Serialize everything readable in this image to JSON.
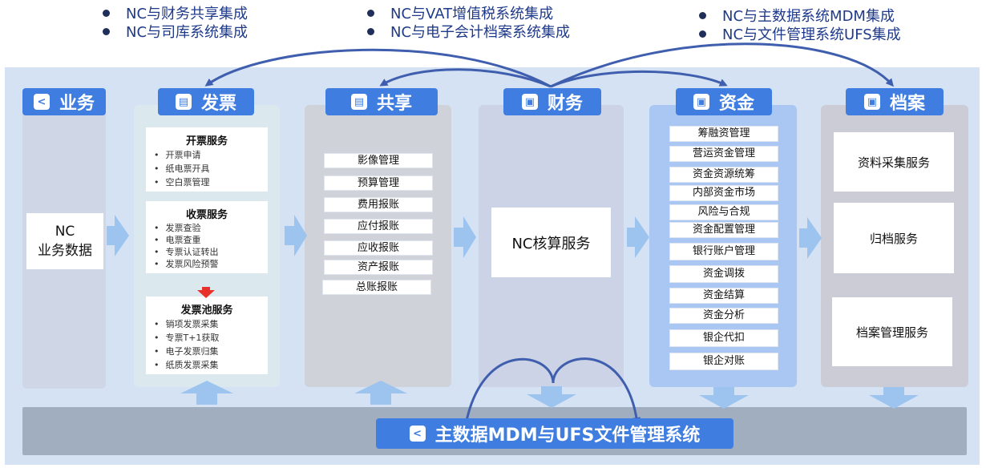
{
  "integrations": [
    "NC与财务共享集成",
    "NC与司库系统集成",
    "NC与VAT增值税系统集成",
    "NC与电子会计档案系统集成",
    "NC与主数据系统MDM集成",
    "NC与文件管理系统UFS集成"
  ],
  "columns": {
    "business": {
      "title": "业务",
      "box": "NC\n业务数据"
    },
    "invoice": {
      "title": "发票",
      "cards": [
        {
          "title": "开票服务",
          "items": [
            "开票申请",
            "纸电票开具",
            "空白票管理"
          ]
        },
        {
          "title": "收票服务",
          "items": [
            "发票查验",
            "电票查重",
            "专票认证转出",
            "发票风险预警"
          ]
        },
        {
          "title": "发票池服务",
          "items": [
            "销项发票采集",
            "专票T+1获取",
            "电子发票归集",
            "纸质发票采集"
          ]
        }
      ]
    },
    "share": {
      "title": "共享",
      "items": [
        "影像管理",
        "预算管理",
        "费用报账",
        "应付报账",
        "应收报账",
        "资产报账",
        "总账报账"
      ]
    },
    "finance": {
      "title": "财务",
      "box": "NC核算服务"
    },
    "funds": {
      "title": "资金",
      "items": [
        "筹融资管理",
        "营运资金管理",
        "资金资源统筹",
        "内部资金市场",
        "风险与合规",
        "资金配置管理",
        "银行账户管理",
        "资金调拨",
        "资金结算",
        "资金分析",
        "银企代扣",
        "银企对账"
      ]
    },
    "archive": {
      "title": "档案",
      "items": [
        "资料采集服务",
        "归档服务",
        "档案管理服务"
      ]
    }
  },
  "bottom": {
    "title": "主数据MDM与UFS文件管理系统"
  },
  "icons": {
    "share_icon": "share-icon",
    "ticket_icon": "ticket-icon",
    "wallet_icon": "wallet-icon"
  },
  "colors": {
    "header": "#3f7de0",
    "arrow": "#4f73c0",
    "stage": "#d4e2f3",
    "bar": "#a0aebf"
  }
}
